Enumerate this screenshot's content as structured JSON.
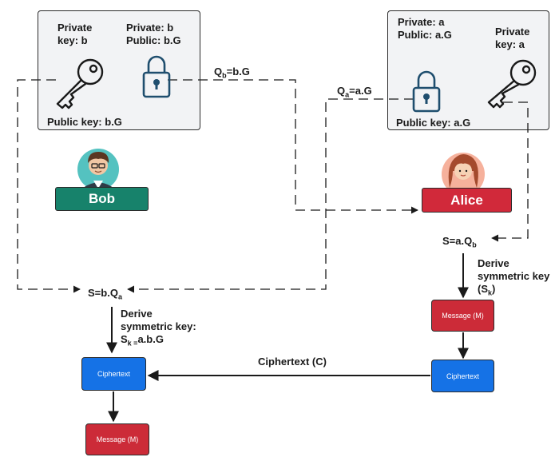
{
  "bob": {
    "name": "Bob",
    "private_key_label_1": "Private",
    "private_key_label_2": "key: b",
    "private_b_line1": "Private: b",
    "public_b_line2": "Public: b.G",
    "public_key_label": "Public key: b.G",
    "shared_secret": "S=b.Q",
    "shared_secret_sub": "a",
    "derive_line1": "Derive",
    "derive_line2": "symmetric key:",
    "derive_line3_prefix": "S",
    "derive_line3_sub": "k =",
    "derive_line3_suffix": "a.b.G",
    "ciphertext_box": "Ciphertext",
    "message_box": "Message (M)"
  },
  "alice": {
    "name": "Alice",
    "private_a_line1": "Private: a",
    "public_a_line2": "Public: a.G",
    "private_key_label_1": "Private",
    "private_key_label_2": "key: a",
    "public_key_label": "Public key: a.G",
    "shared_secret": "S=a.Q",
    "shared_secret_sub": "b",
    "derive_line1": "Derive",
    "derive_line2": "symmetric key",
    "derive_line3_prefix": "(S",
    "derive_line3_sub": "k",
    "derive_line3_suffix": ")",
    "message_box": "Message (M)",
    "ciphertext_box": "Ciphertext"
  },
  "exchange": {
    "qb_prefix": "Q",
    "qb_sub": "b",
    "qb_suffix": "=b.G",
    "qa_prefix": "Q",
    "qa_sub": "a",
    "qa_suffix": "=a.G",
    "ciphertext_label": "Ciphertext (C)"
  },
  "colors": {
    "panel_bg": "#f2f3f5",
    "bob_tag": "#17826b",
    "alice_tag": "#d1293a",
    "ciphertext_box": "#1572e6",
    "message_box": "#cc2b38",
    "icon_stroke": "#1f4e6e"
  },
  "icons": [
    "key-icon",
    "lock-icon",
    "bob-avatar-icon",
    "alice-avatar-icon"
  ]
}
